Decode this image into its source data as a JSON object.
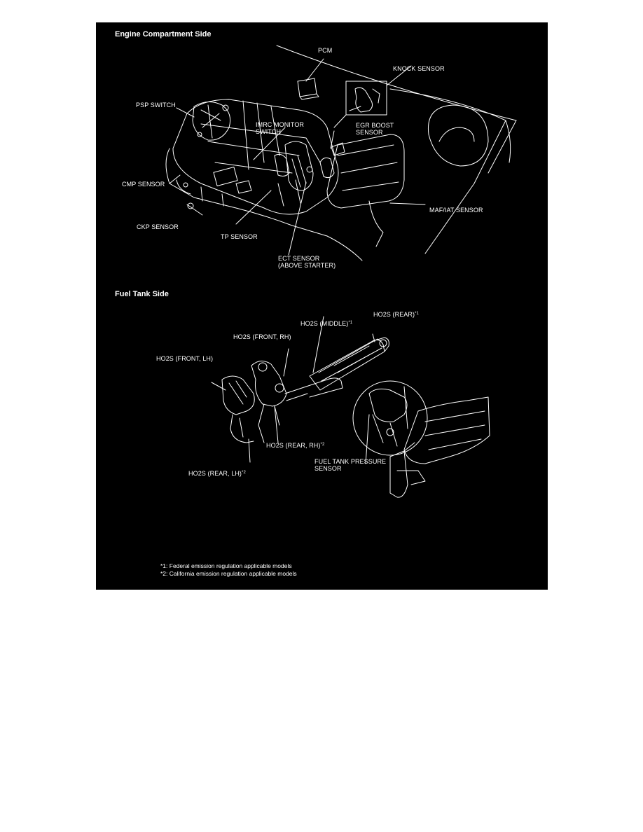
{
  "colors": {
    "panel": "#000000",
    "ink": "#ffffff",
    "page": "#ffffff"
  },
  "sections": {
    "engine": {
      "heading": "Engine Compartment Side",
      "labels": {
        "pcm": "PCM",
        "knock": "KNOCK SENSOR",
        "psp": "PSP SWITCH",
        "imrc": "IMRC MONITOR\nSWITCH",
        "egr": "EGR BOOST\nSENSOR",
        "cmp": "CMP SENSOR",
        "maf": "MAF/IAT SENSOR",
        "ckp": "CKP SENSOR",
        "tp": "TP SENSOR",
        "ect": "ECT SENSOR\n(ABOVE STARTER)"
      }
    },
    "fuel": {
      "heading": "Fuel Tank Side",
      "labels": {
        "rear": "HO2S (REAR)",
        "rear_mark": "*1",
        "middle": "HO2S (MIDDLE)",
        "middle_mark": "*1",
        "front_rh": "HO2S (FRONT, RH)",
        "front_lh": "HO2S (FRONT, LH)",
        "rear_rh": "HO2S (REAR, RH)",
        "rear_rh_mark": "*2",
        "fuel_tank": "FUEL TANK PRESSURE\nSENSOR",
        "rear_lh": "HO2S (REAR, LH)",
        "rear_lh_mark": "*2"
      }
    }
  },
  "footnotes": [
    "*1: Federal emission regulation applicable models",
    "*2: California emission regulation applicable models"
  ]
}
